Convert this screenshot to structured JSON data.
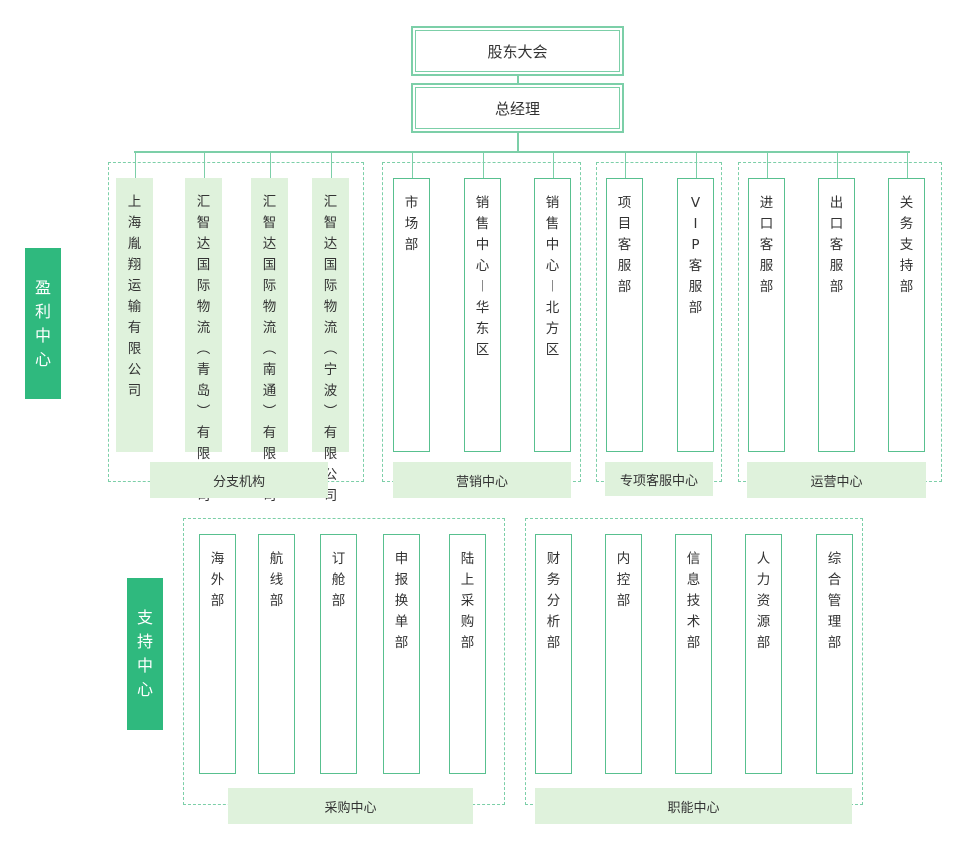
{
  "top": {
    "shareholders": "股东大会",
    "gm": "总经理"
  },
  "side_labels": {
    "profit": "盈利中心",
    "support": "支持中心"
  },
  "groups": {
    "branches": {
      "label": "分支机构",
      "items": [
        "上海胤翔运输有限公司",
        "汇智达国际物流（青岛）有限公司",
        "汇智达国际物流（南通）有限公司",
        "汇智达国际物流（宁波）有限公司"
      ]
    },
    "marketing": {
      "label": "营销中心",
      "items": [
        "市场部",
        "销售中心—华东区",
        "销售中心—北方区"
      ]
    },
    "special": {
      "label": "专项客服中心",
      "items": [
        "项目客服部",
        "VIP客服部"
      ]
    },
    "operations": {
      "label": "运营中心",
      "items": [
        "进口客服部",
        "出口客服部",
        "关务支持部"
      ]
    },
    "procurement": {
      "label": "采购中心",
      "items": [
        "海外部",
        "航线部",
        "订舱部",
        "申报换单部",
        "陆上采购部"
      ]
    },
    "functions": {
      "label": "职能中心",
      "items": [
        "财务分析部",
        "内控部",
        "信息技术部",
        "人力资源部",
        "综合管理部"
      ]
    }
  },
  "colors": {
    "line": "#7ccfa8",
    "fill": "#dff2dc",
    "side": "#2fb97e",
    "border": "#58c08f"
  }
}
